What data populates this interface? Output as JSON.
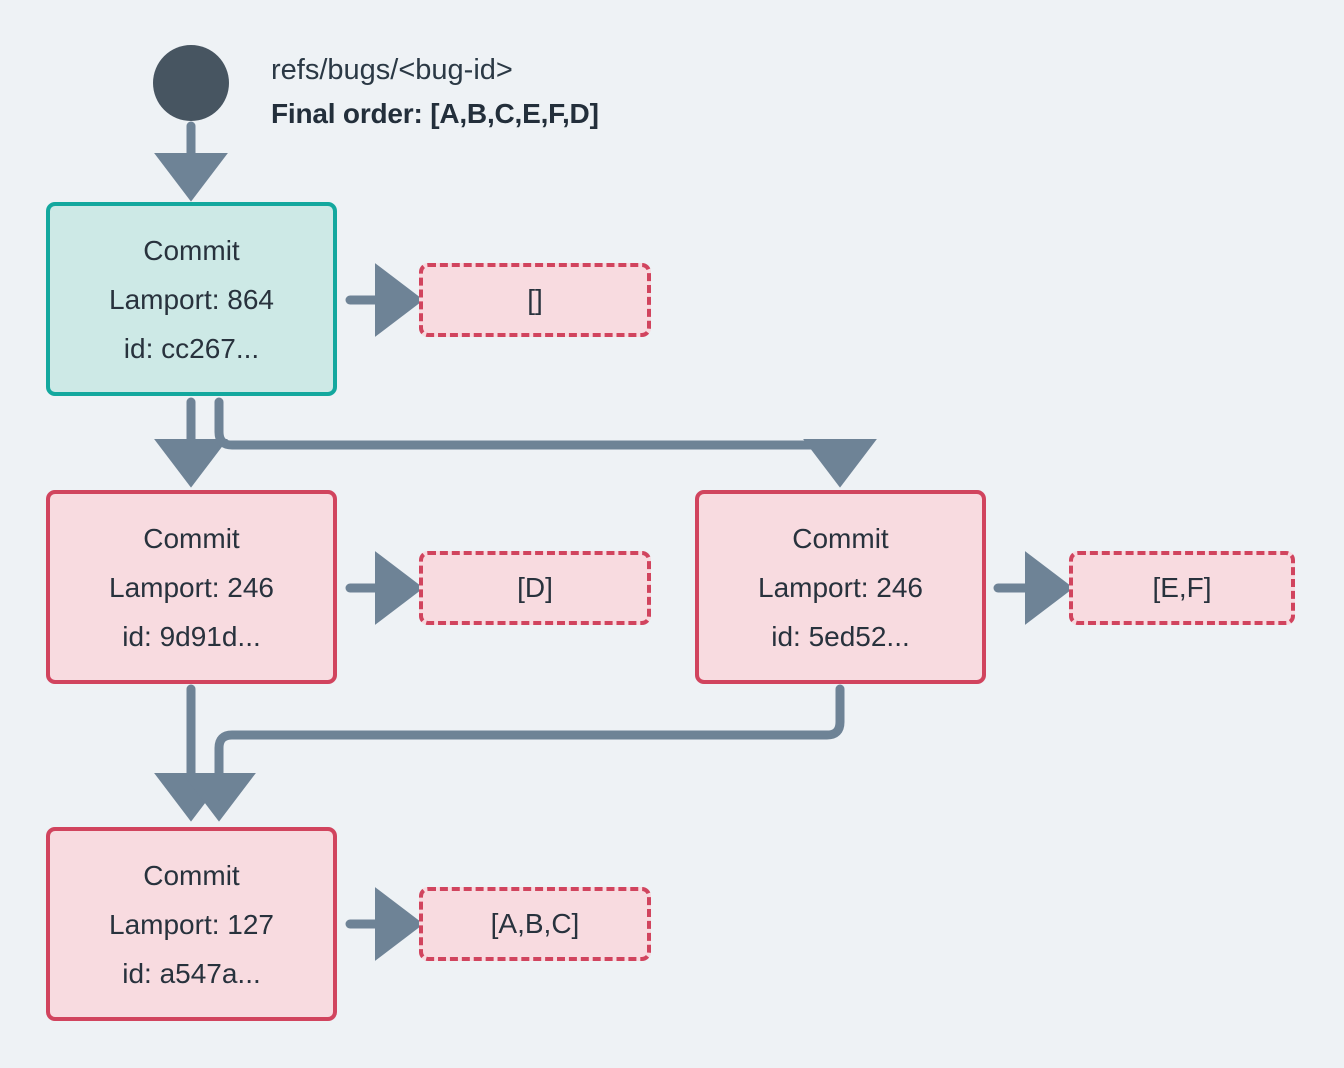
{
  "diagram": {
    "title_ref": "refs/bugs/<bug-id>",
    "final_order": "Final order: [A,B,C,E,F,D]",
    "background_color": "#eef2f5",
    "edge_color": "#6e8396",
    "start_node_color": "#475561",
    "head_node_border": "#13a89e",
    "head_node_fill": "#cde9e6",
    "commit_node_border": "#d1445e",
    "commit_node_fill": "#f8dbe0",
    "text_color": "#28323d"
  },
  "nodes": [
    {
      "key": "head",
      "kind": "start-marker",
      "label": ""
    },
    {
      "key": "commit_a",
      "kind": "commit",
      "style": "teal",
      "title": "Commit",
      "lamport": "Lamport: 864",
      "id": "id: cc267..."
    },
    {
      "key": "commit_b",
      "kind": "commit",
      "style": "red",
      "title": "Commit",
      "lamport": "Lamport: 246",
      "id": "id: 9d91d..."
    },
    {
      "key": "commit_c",
      "kind": "commit",
      "style": "red",
      "title": "Commit",
      "lamport": "Lamport: 246",
      "id": "id: 5ed52..."
    },
    {
      "key": "commit_d",
      "kind": "commit",
      "style": "red",
      "title": "Commit",
      "lamport": "Lamport: 127",
      "id": "id: a547a..."
    }
  ],
  "oplists": [
    {
      "key": "ops_a",
      "value": "[]"
    },
    {
      "key": "ops_b",
      "value": "[D]"
    },
    {
      "key": "ops_c",
      "value": "[E,F]"
    },
    {
      "key": "ops_d",
      "value": "[A,B,C]"
    }
  ]
}
